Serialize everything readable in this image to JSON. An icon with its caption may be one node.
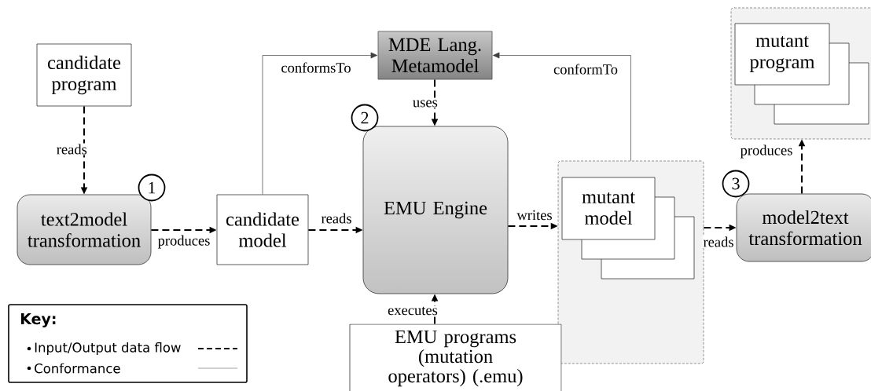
{
  "diagram": {
    "nodes": [
      {
        "text": [
          "candidate program"
        ]
      },
      {
        "text": [
          "MDE Lang. Metamodel"
        ]
      },
      {
        "text": [],
        "shape": "box"
      },
      {
        "text": [
          "mutant program"
        ],
        "in": 2
      },
      {
        "text": [
          "text2model transformation"
        ]
      },
      {
        "text": [
          "candidate model"
        ]
      },
      {
        "text": [
          "EMU Engine"
        ]
      },
      {
        "text": [],
        "shape": "box"
      },
      {
        "text": [
          "mutant model"
        ],
        "in": 7
      },
      {
        "text": [
          "model2text transformation"
        ]
      },
      {
        "text": [
          "EMU programs (mutation operators) (.emu)"
        ]
      }
    ],
    "edges": [
      {
        "from": 0,
        "to": 4,
        "arrow": "to",
        "label": "reads",
        "style": "dashed"
      },
      {
        "from": 4,
        "to": 5,
        "arrow": "to",
        "label": "produces",
        "style": "dashed"
      },
      {
        "from": 5,
        "to": 6,
        "arrow": "to",
        "label": "reads",
        "style": "dashed"
      },
      {
        "from": 1,
        "to": 6,
        "arrow": "to",
        "label": "uses",
        "style": "dashed"
      },
      {
        "from": 10,
        "to": 6,
        "arrow": "to",
        "label": "executes",
        "style": "dashed"
      },
      {
        "from": 6,
        "to": 7,
        "arrow": "to",
        "label": "writes",
        "style": "dashed"
      },
      {
        "from": 7,
        "to": 9,
        "arrow": "to",
        "label": "reads",
        "style": "dashed"
      },
      {
        "from": 9,
        "to": 2,
        "arrow": "to",
        "label": "produces",
        "style": "dashed"
      },
      {
        "from": 5,
        "to": 1,
        "arrow": "to",
        "label": "conformsTo"
      },
      {
        "from": 7,
        "to": 1,
        "arrow": "to",
        "label": "conformTo"
      }
    ],
    "labels": [
      "1",
      "2",
      "3",
      "Key:"
    ],
    "legend": [
      {
        "text": "Input/Output data flow"
      },
      {
        "text": "Conformance"
      }
    ]
  }
}
